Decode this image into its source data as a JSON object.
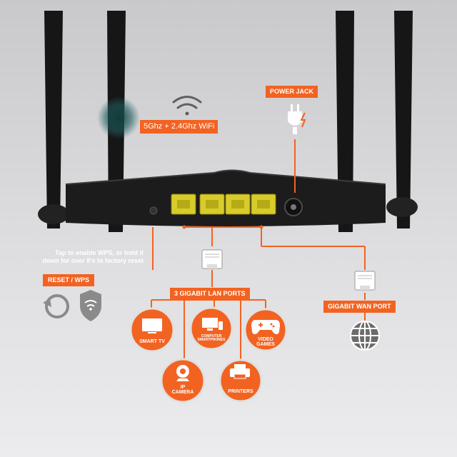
{
  "wifi_label": "5Ghz + 2.4Ghz WiFi",
  "power_jack_label": "POWER JACK",
  "wps_instructions": [
    "Tap to enable WPS, or hold it",
    "down for over 8's to factory reset"
  ],
  "reset_wps_label": "RESET / WPS",
  "lan_ports_label": "3 GIGABIT LAN PORTS",
  "wan_port_label": "GIGABIT WAN PORT",
  "devices": {
    "smart_tv": "SMART TV",
    "computers": [
      "COMPUTER",
      "SMARTPHONES"
    ],
    "video_games": [
      "VIDEO",
      "GAMES"
    ],
    "ip_camera": [
      "IP",
      "CAMERA"
    ],
    "printers": "PRINTERS"
  },
  "colors": {
    "accent": "#f26322",
    "router_body": "#1c1c1c",
    "port": "#d8cc2a",
    "background": "#d7d7d9"
  },
  "icons": [
    "wifi-icon",
    "power-plug-icon",
    "reset-icon",
    "wps-shield-icon",
    "ethernet-connector-icon",
    "globe-icon",
    "tv-icon",
    "computer-icon",
    "gamepad-icon",
    "webcam-icon",
    "printer-icon"
  ]
}
